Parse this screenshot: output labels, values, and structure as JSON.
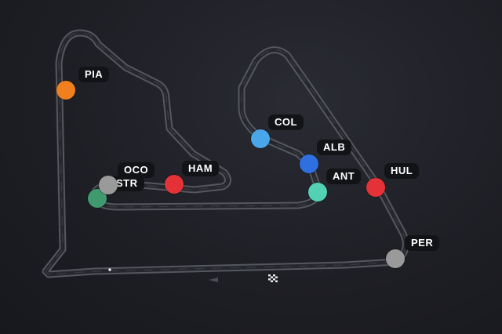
{
  "drivers": [
    {
      "code": "PIA",
      "color": "#f07f1f"
    },
    {
      "code": "COL",
      "color": "#4aa6ea"
    },
    {
      "code": "ALB",
      "color": "#2f6fe0"
    },
    {
      "code": "OCO",
      "color": "#9a9a9a"
    },
    {
      "code": "HAM",
      "color": "#e53238"
    },
    {
      "code": "STR",
      "color": "#3f9a6e"
    },
    {
      "code": "ANT",
      "color": "#52d1b4"
    },
    {
      "code": "HUL",
      "color": "#e53238"
    },
    {
      "code": "PER",
      "color": "#9a9a9a"
    }
  ],
  "icons": {
    "finish": "checkered-flag-icon",
    "direction": "direction-arrow-icon"
  }
}
